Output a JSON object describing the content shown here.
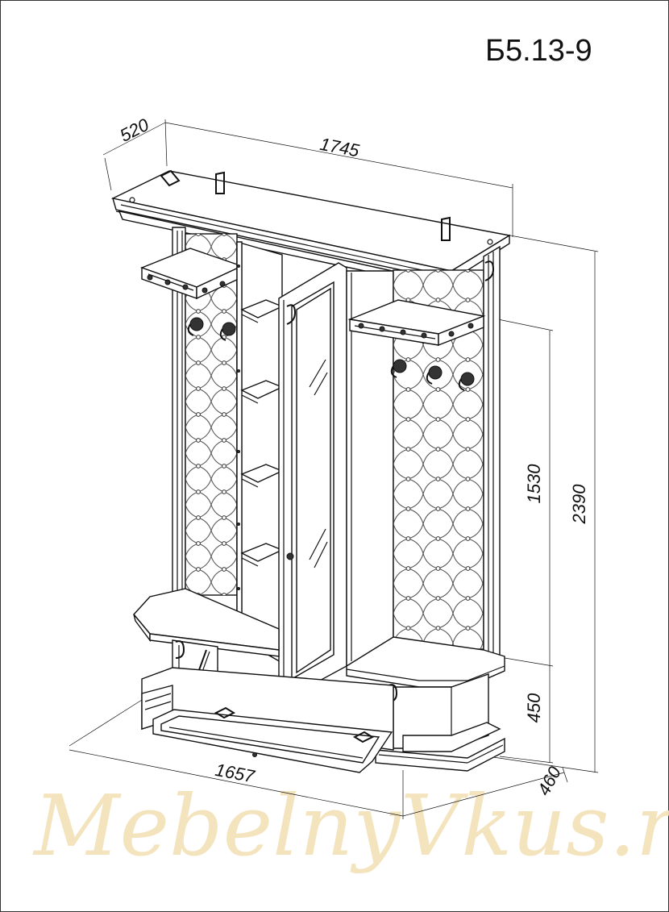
{
  "model_code": "Б5.13-9",
  "dimensions": {
    "depth_top": "520",
    "width_top": "1745",
    "height_total": "2390",
    "height_upper": "1530",
    "height_lower": "450",
    "width_bottom": "1657",
    "depth_bottom": "460"
  },
  "watermark": "MebelnyVkus.ru",
  "colors": {
    "line": "#111111",
    "watermark": "#f3e2b8",
    "background": "#ffffff"
  }
}
